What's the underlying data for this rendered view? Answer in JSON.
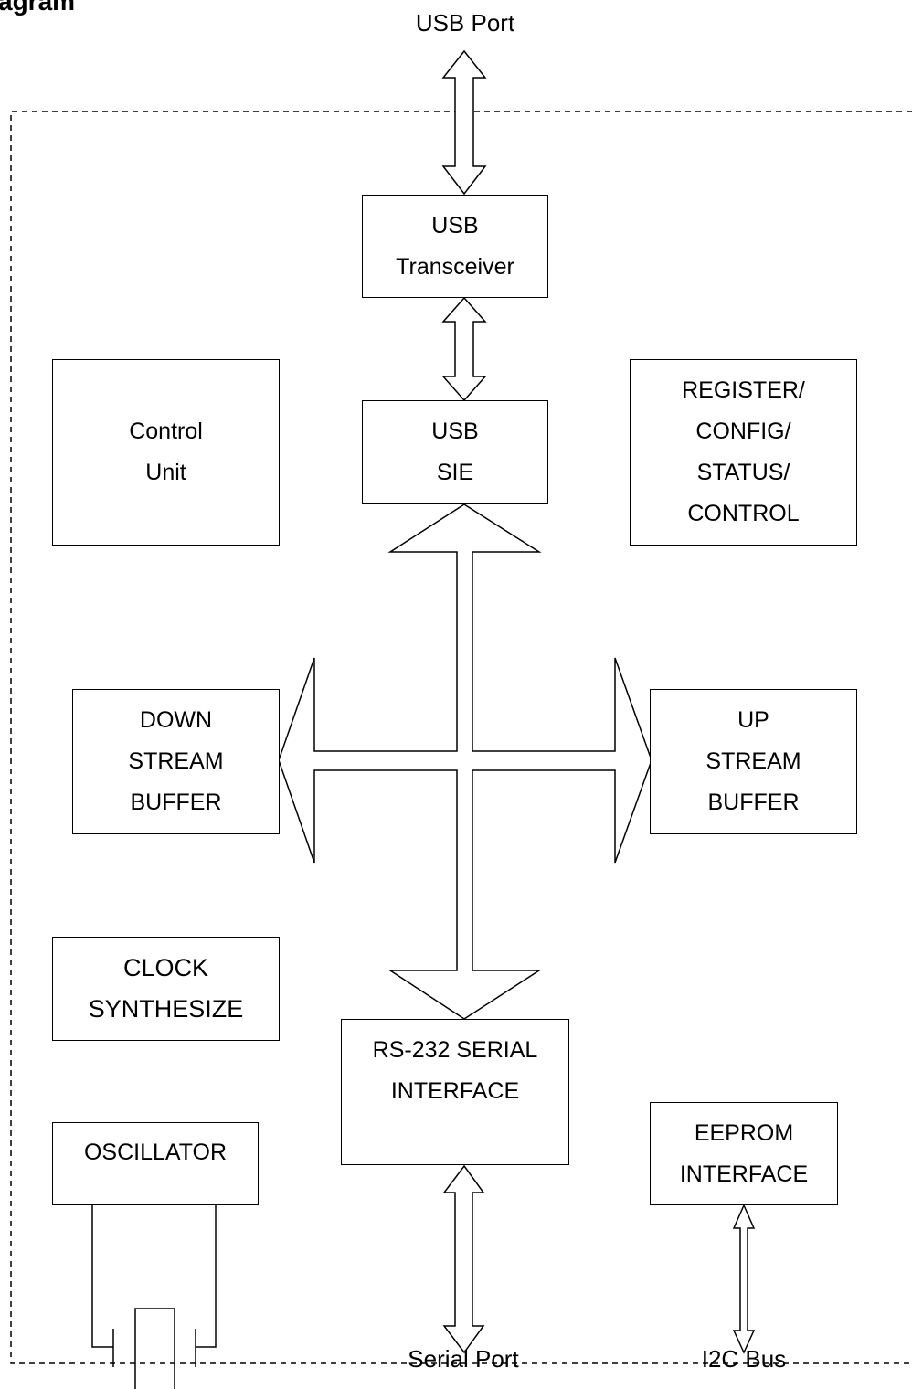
{
  "header": {
    "title": "agram"
  },
  "external": {
    "usb_port": "USB Port",
    "serial_port": "Serial Port",
    "i2c_bus": "I2C Bus"
  },
  "blocks": {
    "usb_transceiver": [
      "USB",
      "Transceiver"
    ],
    "usb_sie": [
      "USB",
      "SIE"
    ],
    "control_unit": [
      "Control",
      "Unit"
    ],
    "register": [
      "REGISTER/",
      "CONFIG/",
      "STATUS/",
      "CONTROL"
    ],
    "down_stream_buffer": [
      "DOWN",
      "STREAM",
      "BUFFER"
    ],
    "up_stream_buffer": [
      "UP",
      "STREAM",
      "BUFFER"
    ],
    "clock_synthesize": [
      "CLOCK",
      "SYNTHESIZE"
    ],
    "rs232": [
      "RS-232 SERIAL",
      "INTERFACE"
    ],
    "oscillator": [
      "OSCILLATOR"
    ],
    "eeprom_interface": [
      "EEPROM",
      "INTERFACE"
    ]
  }
}
